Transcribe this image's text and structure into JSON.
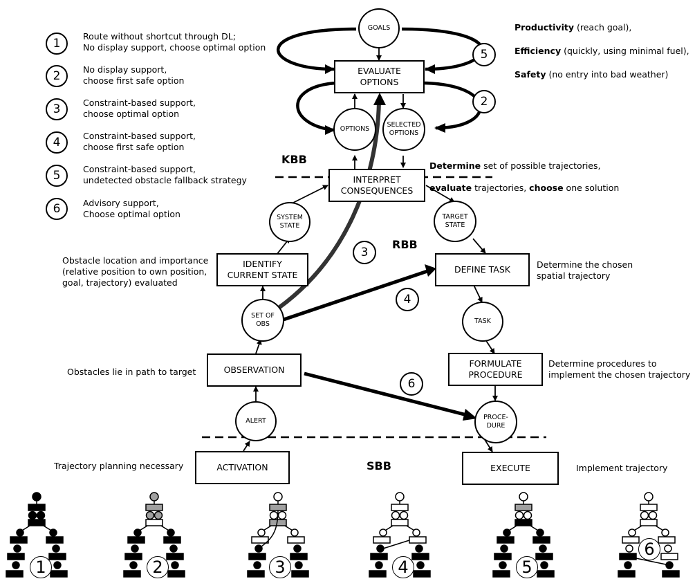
{
  "legend": [
    {
      "num": "1",
      "text": "Route without shortcut through DL;\nNo display support, choose optimal option"
    },
    {
      "num": "2",
      "text": "No display support,\nchoose first safe option"
    },
    {
      "num": "3",
      "text": "Constraint-based support,\nchoose optimal option"
    },
    {
      "num": "4",
      "text": "Constraint-based support,\nchoose first safe option"
    },
    {
      "num": "5",
      "text": "Constraint-based support,\nundetected obstacle fallback strategy"
    },
    {
      "num": "6",
      "text": "Advisory support,\nChoose optimal option"
    }
  ],
  "goals_note": {
    "line1_bold": "Productivity",
    "line1_rest": " (reach goal),",
    "line2_bold": "Efficiency",
    "line2_rest": " (quickly, using minimal fuel),",
    "line3_bold": "Safety",
    "line3_rest": " (no entry into bad weather)"
  },
  "levels": {
    "kbb": "KBB",
    "rbb": "RBB",
    "sbb": "SBB"
  },
  "boxes": {
    "evaluate_options": "EVALUATE\nOPTIONS",
    "interpret_consequences": "INTERPRET\nCONSEQUENCES",
    "identify_current_state": "IDENTIFY\nCURRENT STATE",
    "define_task": "DEFINE TASK",
    "observation": "OBSERVATION",
    "formulate_procedure": "FORMULATE\nPROCEDURE",
    "activation": "ACTIVATION",
    "execute": "EXECUTE"
  },
  "nodes": {
    "goals": "GOALS",
    "options": "OPTIONS",
    "selected_options": "SELECTED\nOPTIONS",
    "system_state": "SYSTEM\nSTATE",
    "target_state": "TARGET\nSTATE",
    "set_of_obs": "SET OF\nOBS",
    "task": "TASK",
    "alert": "ALERT",
    "procedure": "PROCE-\nDURE"
  },
  "annotations": {
    "kbb_note_bold1": "Determine",
    "kbb_note_rest1": " set of possible trajectories,",
    "kbb_note_bold2": "evaluate",
    "kbb_note_mid2": " trajectories, ",
    "kbb_note_bold3": "choose",
    "kbb_note_rest2": " one solution",
    "obstacle_location": "Obstacle location and importance\n(relative position to own position,\ngoal, trajectory) evaluated",
    "define_task_note": "Determine the chosen\nspatial trajectory",
    "obstacles_path": "Obstacles lie in path to target",
    "formulate_note": "Determine procedures to\nimplement the chosen trajectory",
    "trajectory_planning": "Trajectory planning necessary",
    "implement": "Implement trajectory"
  },
  "path_labels": {
    "p5": "5",
    "p2": "2",
    "p3": "3",
    "p4": "4",
    "p6": "6"
  },
  "thumbnails": [
    {
      "num": "1",
      "style": "full"
    },
    {
      "num": "2",
      "style": "grey-top"
    },
    {
      "num": "3",
      "style": "shortcut-kbb"
    },
    {
      "num": "4",
      "style": "shortcut-rbb"
    },
    {
      "num": "5",
      "style": "grey-eval"
    },
    {
      "num": "6",
      "style": "advisory"
    }
  ],
  "colors": {
    "line": "#000000",
    "grey": "#a0a0a0",
    "thick_arrow": "#333333"
  }
}
